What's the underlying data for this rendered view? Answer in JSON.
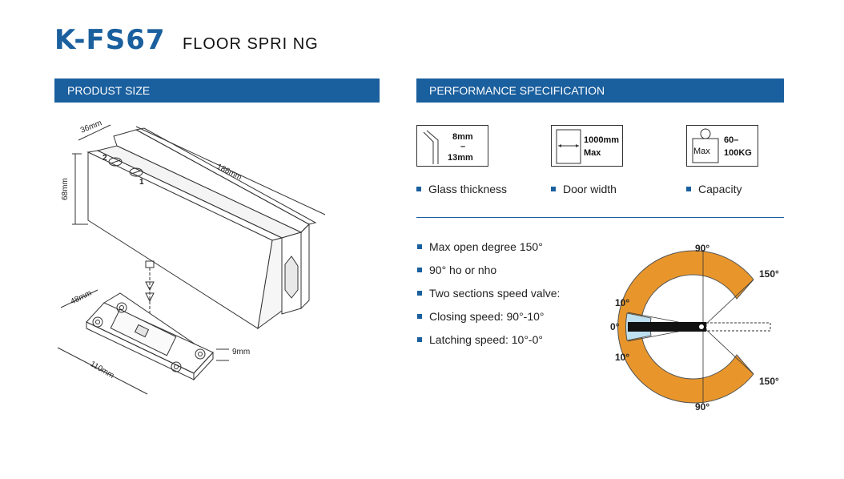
{
  "header": {
    "model": "K-FS67",
    "name": "FLOOR SPRI NG"
  },
  "sections": {
    "left_title": "PRODUST SIZE",
    "right_title": "PERFORMANCE SPECIFICATION"
  },
  "dimensions": {
    "d36": "36mm",
    "d186": "186mm",
    "d68": "68mm",
    "d48": "48mm",
    "d110": "110mm",
    "d9": "9mm",
    "n1": "1",
    "n2": "2"
  },
  "specs": [
    {
      "box_top": "8mm",
      "box_mid": "–",
      "box_bottom": "13mm",
      "label": "Glass thickness"
    },
    {
      "box_top": "1000mm",
      "box_bottom": "Max",
      "label": "Door width"
    },
    {
      "box_tag": "Max",
      "box_top": "60–",
      "box_bottom": "100KG",
      "label": "Capacity"
    }
  ],
  "features": [
    "Max open degree 150°",
    "90° ho or nho",
    "Two sections speed valve:",
    "Closing speed:  90°-10°",
    "Latching speed:  10°-0°"
  ],
  "angles": {
    "top90": "90°",
    "bottom90": "90°",
    "top150": "150°",
    "bottom150": "150°",
    "top10": "10°",
    "bottom10": "10°",
    "zero": "0°"
  },
  "colors": {
    "brand_blue": "#1a5f9e",
    "ring_orange": "#e8962c",
    "latch_blue": "#bfe0ef"
  }
}
